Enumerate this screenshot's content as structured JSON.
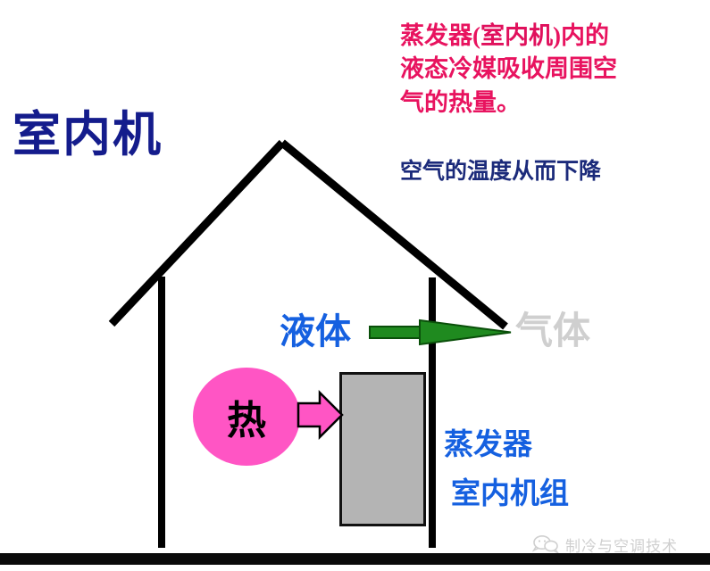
{
  "slide": {
    "title": "室内机",
    "background_color": "#ffffff"
  },
  "annotations": {
    "pink_note": {
      "line1_prefix": "蒸发器(",
      "line1_bold": "室内机",
      "line1_suffix": ")内的",
      "line2": "液态冷媒吸收周围空",
      "line3": "气的热量。",
      "color": "#e8135f"
    },
    "blue_note": {
      "text": "空气的温度从而下降",
      "color": "#1b2a7a"
    }
  },
  "diagram": {
    "house": {
      "name": "house-outline",
      "stroke_color": "#000000"
    },
    "liquid_label": {
      "text": "液体",
      "color": "#1560e0"
    },
    "gas_label": {
      "text": "气体",
      "color": "#cfcfcf"
    },
    "phase_arrow": {
      "name": "green-arrow",
      "color": "#1f8a1f",
      "outline": "#0a4f0a",
      "direction": "right"
    },
    "heat_circle": {
      "label": "热",
      "fill": "#ff55c4",
      "text_color": "#000000"
    },
    "heat_arrow": {
      "name": "pink-block-arrow",
      "fill": "#ff55c4",
      "outline": "#000000",
      "direction": "right"
    },
    "evaporator_box": {
      "fill": "#b4b4b4",
      "border": "#111111"
    },
    "evaporator_label": "蒸发器",
    "indoor_unit_group_label": "室内机组"
  },
  "watermark": {
    "icon": "wechat-logo-icon",
    "text": "制冷与空调技术",
    "color": "#8e8e8e"
  }
}
